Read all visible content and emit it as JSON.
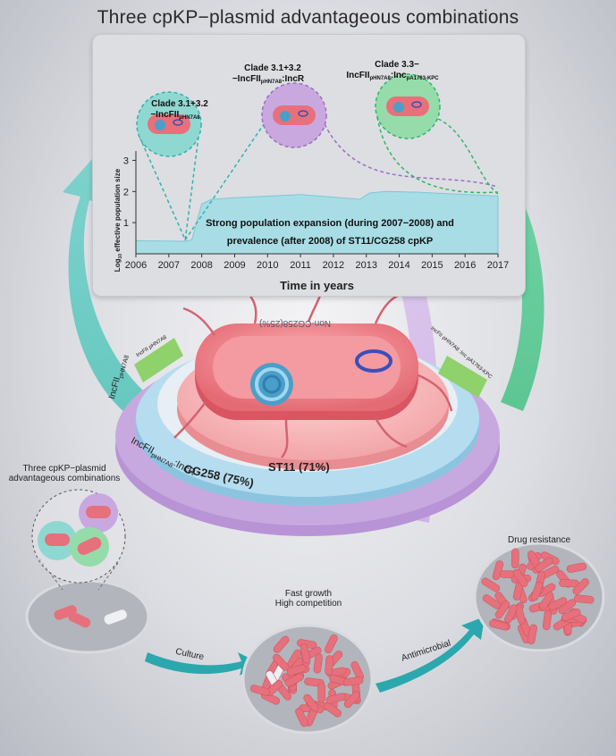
{
  "title": "Three cpKP−plasmid advantageous combinations",
  "chart_data": {
    "type": "area",
    "x_ticks": [
      "2006",
      "2007",
      "2008",
      "2009",
      "2010",
      "2011",
      "2012",
      "2013",
      "2014",
      "2015",
      "2016",
      "2017"
    ],
    "y_ticks": [
      "1",
      "2",
      "3"
    ],
    "xlabel": "Time in years",
    "ylabel_main": "Log",
    "ylabel_sub": "10",
    "ylabel_rest": " effective population size",
    "xlim": [
      2006,
      2017
    ],
    "ylim": [
      0,
      3.3
    ],
    "series_area": [
      [
        2006.0,
        0.42
      ],
      [
        2007.5,
        0.4
      ],
      [
        2007.7,
        0.45
      ],
      [
        2008.0,
        1.6
      ],
      [
        2008.3,
        1.75
      ],
      [
        2009.0,
        1.8
      ],
      [
        2010.0,
        1.85
      ],
      [
        2011.0,
        1.9
      ],
      [
        2012.0,
        1.82
      ],
      [
        2012.8,
        1.75
      ],
      [
        2013.1,
        1.95
      ],
      [
        2013.6,
        2.0
      ],
      [
        2014.5,
        1.98
      ],
      [
        2015.5,
        1.93
      ],
      [
        2016.5,
        1.88
      ],
      [
        2017.0,
        1.85
      ]
    ],
    "annotation_line1": "Strong population expansion (during 2007−2008) and",
    "annotation_line2": "prevalence (after 2008) of ST11/CG258 cpKP",
    "clades": [
      {
        "line1": "Clade 3.1+3.2",
        "line2": "−IncFII",
        "sub": "pHN7A8",
        "rest": "",
        "color": "#2fb3ae"
      },
      {
        "line1": "Clade 3.1+3.2",
        "line2": "−IncFII",
        "sub": "pHN7A8",
        "rest": ":IncR",
        "color": "#9a6fc4"
      },
      {
        "line1": "Clade 3.3−",
        "line2": "IncFII",
        "sub": "pHN7A8",
        "rest": ":Inc",
        "sub2": "pA1763-KPC",
        "color": "#2bb86a"
      }
    ]
  },
  "rings": {
    "st11": "ST11 (71%)",
    "cg258": "CG258 (75%)",
    "non_cg258": "Non-CG258(25%)",
    "inc_left_main": "IncFII",
    "inc_left_sub": "pHN7A8",
    "inc_purple_main": "IncFII",
    "inc_purple_sub": "pHN7A8",
    "inc_purple_rest": ":IncR",
    "tab_left": "IncFII pHN7A8",
    "tab_right": "IncFII pHN7A8 :Inc pA1763-KPC"
  },
  "bottom": {
    "combos_line1": "Three cpKP−plasmid",
    "combos_line2": "advantageous combinations",
    "culture": "Culture",
    "fast_growth": "Fast growth",
    "high_competition": "High competition",
    "antimicrobial": "Antimicrobial",
    "drug_resistance": "Drug resistance"
  },
  "colors": {
    "teal": "#2fb3ae",
    "purple": "#9a6fc4",
    "green": "#2bb86a",
    "area_fill": "#a8dde6",
    "bacteria": "#e8707a",
    "ring_blue": "#a9d4ea",
    "ring_purple": "#c6a5dc"
  }
}
